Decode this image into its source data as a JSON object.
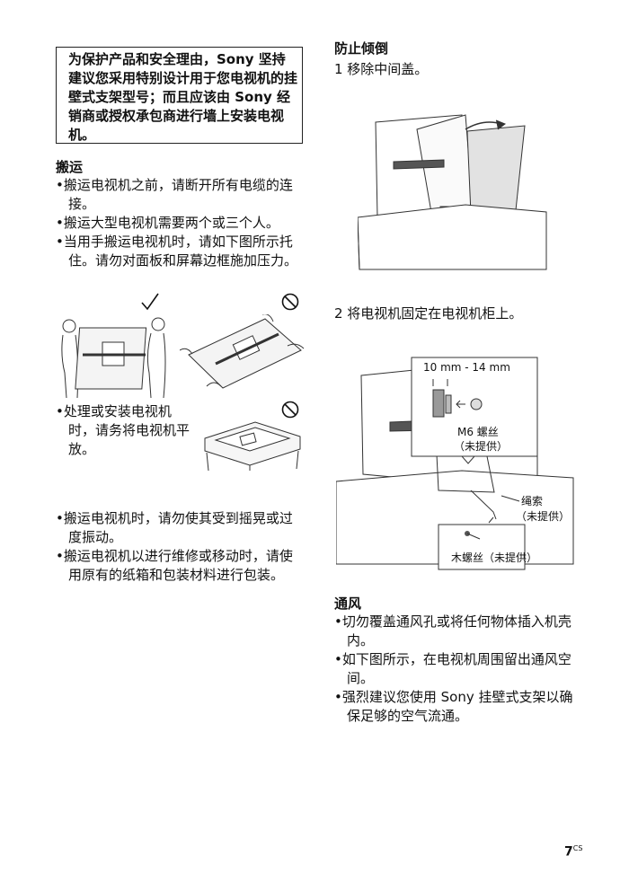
{
  "notice_box": {
    "text": "为保护产品和安全理由，Sony 坚持建议您采用特别设计用于您电视机的挂壁式支架型号；而且应该由 Sony 经销商或授权承包商进行墙上安装电视机。"
  },
  "transport": {
    "heading": "搬运",
    "bullets": [
      "•搬运电视机之前，请断开所有电缆的连接。",
      "•搬运大型电视机需要两个或三个人。",
      "•当用手搬运电视机时，请如下图所示托住。请勿对面板和屏幕边框施加压力。"
    ],
    "bullet_handle": "•处理或安装电视机时，请务将电视机平放。",
    "bullets_after": [
      "•搬运电视机时，请勿使其受到摇晃或过度振动。",
      "•搬运电视机以进行维修或移动时，请使用原有的纸箱和包装材料进行包装。"
    ]
  },
  "anti_tip": {
    "heading": "防止倾倒",
    "step1": "1 移除中间盖。",
    "step2": "2 将电视机固定在电视机柜上。",
    "callouts": {
      "size": "10 mm - 14 mm",
      "screw": "M6 螺丝",
      "screw_note": "（未提供）",
      "cord": "绳索",
      "cord_note": "（未提供）",
      "wood_screw": "木螺丝（未提供）"
    }
  },
  "ventilation": {
    "heading": "通风",
    "bullets": [
      "•切勿覆盖通风孔或将任何物体插入机壳内。",
      "•如下图所示，在电视机周围留出通风空间。",
      "•强烈建议您使用 Sony 挂壁式支架以确保足够的空气流通。"
    ]
  },
  "page_number": {
    "num": "7",
    "suffix": "CS"
  },
  "icons": {
    "ok": "check-icon",
    "prohibited": "prohibited-icon"
  }
}
